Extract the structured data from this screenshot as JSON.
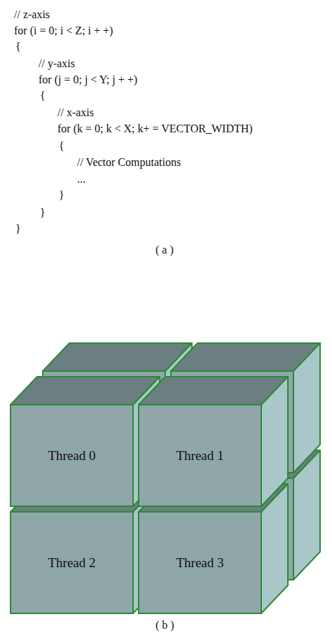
{
  "diagram": {
    "nodes": [
      {
        "text": [
          "Thread 0"
        ]
      },
      {
        "text": [
          "Thread 1"
        ]
      },
      {
        "text": [
          "Thread 2"
        ]
      },
      {
        "text": [
          "Thread 3"
        ]
      }
    ],
    "labels": [
      "// z-axis",
      "for (i = 0; i < Z; i + +)",
      "{",
      "// y-axis",
      "for (j = 0; j < Y; j + +)",
      "{",
      "// x-axis",
      "for (k = 0; k < X; k+ = VECTOR_WIDTH)",
      "{",
      "// Vector Computations",
      "...",
      "}",
      "}",
      "}",
      "( a )",
      "( b )"
    ]
  }
}
